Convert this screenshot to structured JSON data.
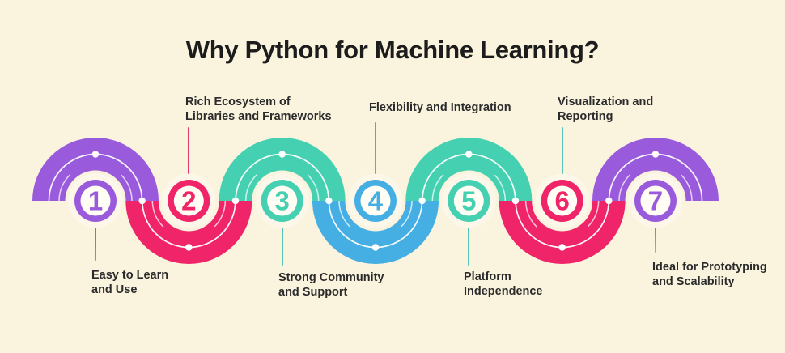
{
  "title": "Why Python for Machine Learning?",
  "steps": [
    {
      "number": "1",
      "label": "Easy to Learn\nand Use",
      "label_position": "below",
      "color": "#9A5ADC",
      "connector_colors": [
        "#9A5ADC",
        "#9A90A0"
      ]
    },
    {
      "number": "2",
      "label": "Rich Ecosystem of\nLibraries and Frameworks",
      "label_position": "above",
      "color": "#F02468",
      "connector_colors": [
        "#E03A6F",
        "#E03A6F"
      ]
    },
    {
      "number": "3",
      "label": "Strong Community\nand Support",
      "label_position": "below",
      "color": "#45D1B1",
      "connector_colors": [
        "#58C2B8",
        "#58C2B8"
      ]
    },
    {
      "number": "4",
      "label": "Flexibility and Integration",
      "label_position": "above",
      "color": "#45AEE3",
      "connector_colors": [
        "#55B2C4",
        "#4FA9CB"
      ]
    },
    {
      "number": "5",
      "label": "Platform\nIndependence",
      "label_position": "below",
      "color": "#45D1B1",
      "connector_colors": [
        "#58C2B8",
        "#58C2B8"
      ]
    },
    {
      "number": "6",
      "label": "Visualization and\nReporting",
      "label_position": "above",
      "color": "#F02468",
      "connector_colors": [
        "#5BC2BA",
        "#5BC2BA"
      ]
    },
    {
      "number": "7",
      "label": "Ideal for Prototyping\nand Scalability",
      "label_position": "below",
      "color": "#9A5ADC",
      "connector_colors": [
        "#9C6BE0",
        "#E08BC0"
      ]
    }
  ],
  "colors": {
    "background": "#FAF3DE",
    "purple": "#9A5ADC",
    "pink": "#F02468",
    "teal": "#45D1B1",
    "blue": "#45AEE3",
    "title_text": "#1C1C1C",
    "label_text": "#2B2B2B",
    "accent_line": "#FFFFFF"
  }
}
